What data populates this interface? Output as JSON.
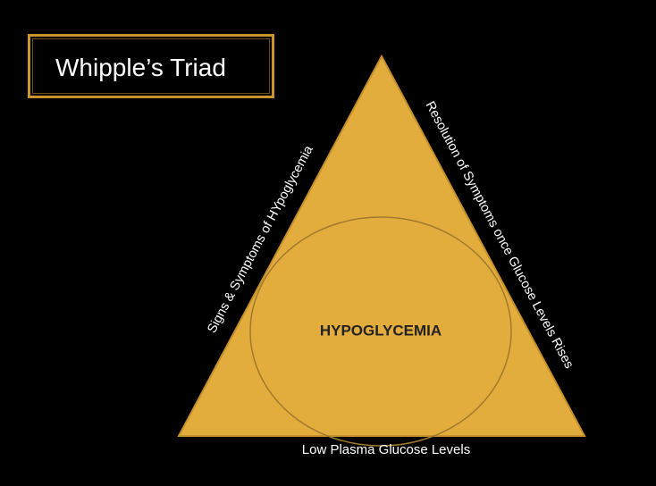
{
  "title": "Whipple’s Triad",
  "center_label": "HYPOGLYCEMIA",
  "sides": {
    "left": "Signs & Symptoms of HYpoglycemia",
    "right": "Resolution of Symptoms once Glucose Levels Rises",
    "bottom": "Low Plasma Glucose Levels"
  },
  "colors": {
    "background": "#000000",
    "triangle_fill": "#e2ad3d",
    "triangle_stroke": "#c58f2a",
    "circle_stroke": "#a07a2c",
    "title_border": "#c9952a",
    "text_light": "#ffffff",
    "text_dark": "#222222"
  }
}
